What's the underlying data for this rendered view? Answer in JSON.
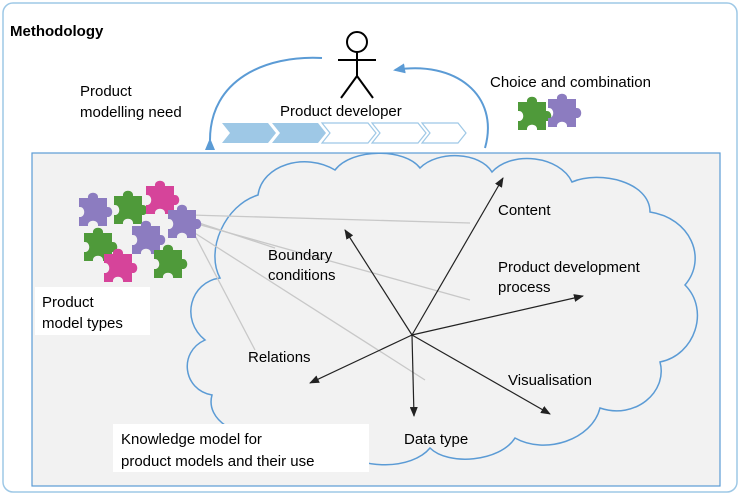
{
  "frame": {
    "title": "Methodology"
  },
  "top": {
    "need_line1": "Product",
    "need_line2": "modelling need",
    "developer": "Product developer",
    "choice": "Choice and combination"
  },
  "panel": {
    "model_types_line1": "Product",
    "model_types_line2": "model types",
    "knowledge_line1": "Knowledge model for",
    "knowledge_line2": "product models and their use"
  },
  "dimensions": {
    "content": "Content",
    "boundary_line1": "Boundary",
    "boundary_line2": "conditions",
    "pdp_line1": "Product development",
    "pdp_line2": "process",
    "relations": "Relations",
    "visualisation": "Visualisation",
    "data_type": "Data type"
  },
  "colors": {
    "puzzle_purple": "#8c7cc0",
    "puzzle_green": "#4f9a3a",
    "puzzle_magenta": "#d6449a",
    "chevron_blue": "#9ec8e6",
    "panel_fill": "#f2f2f2",
    "frame_border": "#9ec8e6"
  },
  "icons": [
    "stick-figure-icon",
    "puzzle-pieces-icon",
    "chevron-process-icon",
    "cloud-shape"
  ]
}
